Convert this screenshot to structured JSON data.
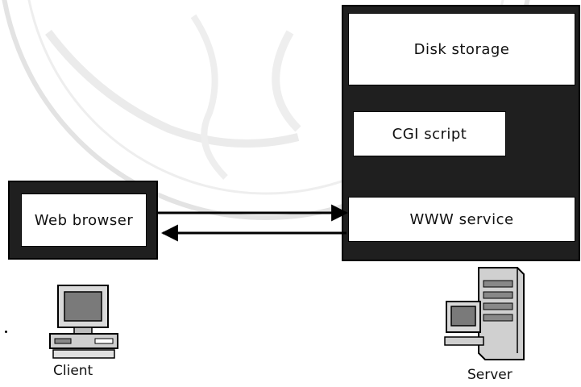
{
  "server": {
    "disk_storage": "Disk storage",
    "cgi_script": "CGI script",
    "www_service": "WWW service"
  },
  "client": {
    "web_browser": "Web browser"
  },
  "captions": {
    "client": "Client",
    "server": "Server"
  },
  "icons": {
    "client": "desktop-computer-icon",
    "server": "tower-server-icon"
  },
  "colors": {
    "box_fill": "#1f1f1f",
    "panel_fill": "#ffffff",
    "line": "#000000"
  }
}
